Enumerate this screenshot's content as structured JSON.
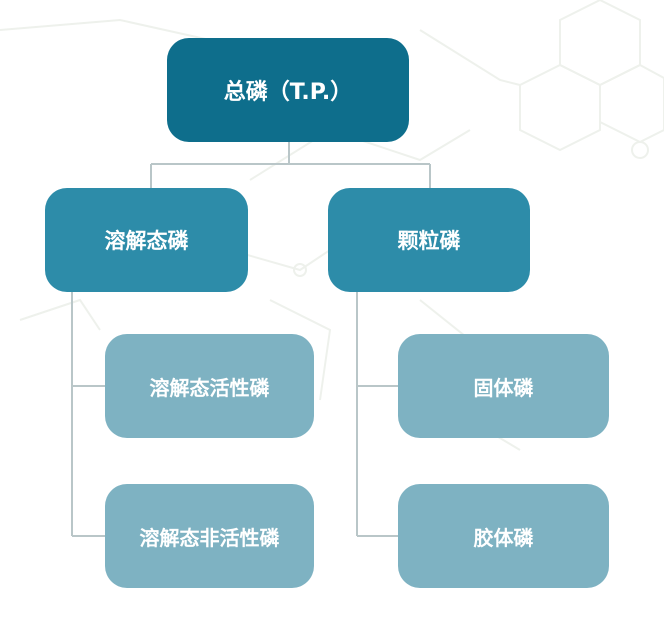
{
  "colors": {
    "root_fill": "#0e6e8c",
    "level1_fill": "#2d8ca9",
    "level2_fill": "#7eb2c2",
    "connector": "#b9c6c8",
    "background_pattern": "#eef1ec"
  },
  "diagram": {
    "root": {
      "label": "总磷（T.P.）"
    },
    "branches": [
      {
        "label": "溶解态磷",
        "children": [
          {
            "label": "溶解态活性磷"
          },
          {
            "label": "溶解态非活性磷"
          }
        ]
      },
      {
        "label": "颗粒磷",
        "children": [
          {
            "label": "固体磷"
          },
          {
            "label": "胶体磷"
          }
        ]
      }
    ]
  }
}
